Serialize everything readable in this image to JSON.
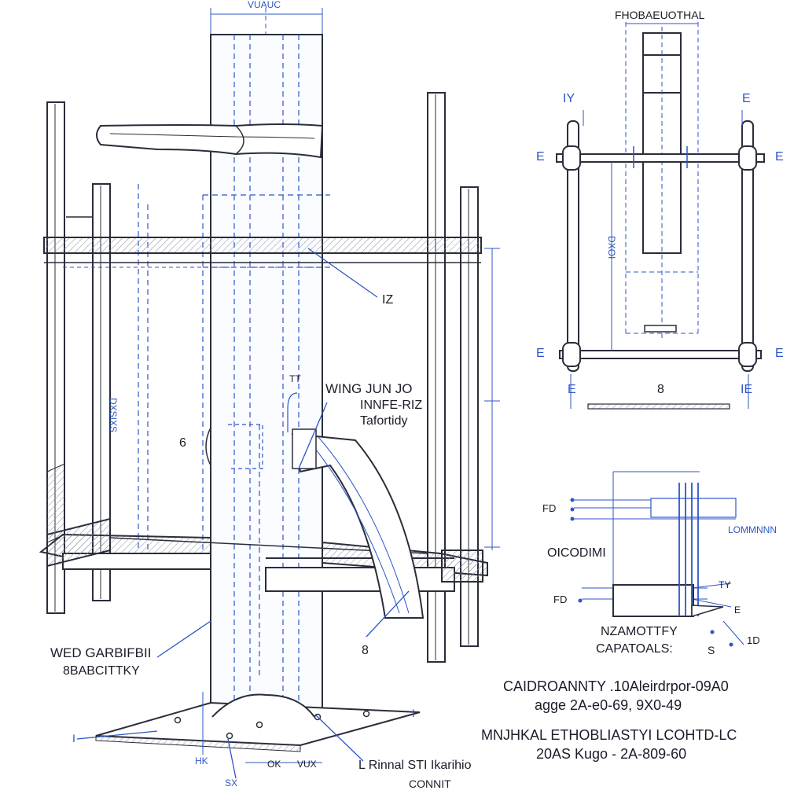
{
  "colors": {
    "ink": "#2a2d3a",
    "blue": "#2d56c8",
    "paper": "#ffffff",
    "hatch": "#7a7f8c"
  },
  "main_view": {
    "top_label": "VUAUC",
    "callout_z": "IZ",
    "wing": {
      "title": "WING JUN JO",
      "line2": "INNFE-RIZ",
      "line3": "Tafortidy",
      "tag": "TT"
    },
    "left_six": "6",
    "vertical_dim": "DXSIXS",
    "weld_label_1": "WED GARBIFBII",
    "weld_label_2": "8BABCITTKY",
    "callout_8": "8",
    "base_i_left": "I",
    "base_i_right": "I",
    "base_note_1": "L Rinnal STI Ikarihio",
    "base_note_2": "CONNIT",
    "dim_ok": "OK",
    "dim_vux": "VUX",
    "dim_bottom_left": "HK",
    "dim_bottom_small": "SX"
  },
  "side_view": {
    "title": "FHOBAEUOTHAL",
    "corner_tl": "IY",
    "corner_tr": "E",
    "mid_l": "E",
    "mid_r": "E",
    "low_l": "E",
    "low_r": "E",
    "base_l": "E",
    "base_r": "IE",
    "center_label": "8",
    "vertical_dim": "DXOI"
  },
  "detail_view": {
    "fd_top": "FD",
    "fd_bottom": "FD",
    "label_right": "LOMMNNN",
    "label_left": "OICODIMI",
    "tag_ty": "TY",
    "tag_e": "E",
    "tag_1d": "1D",
    "nz": "NZAMOTTFY",
    "cap": "CAPATOALS:",
    "s": "S"
  },
  "specs": {
    "line1": "CAIDROANNTY .10Aleirdrpor-09A0",
    "line2": "agge 2A-e0-69, 9X0-49",
    "line3": "MNJHKAL ETHOBLIASTYI LCOHTD-LC",
    "line4": "20AS Kugo - 2A-809-60"
  }
}
